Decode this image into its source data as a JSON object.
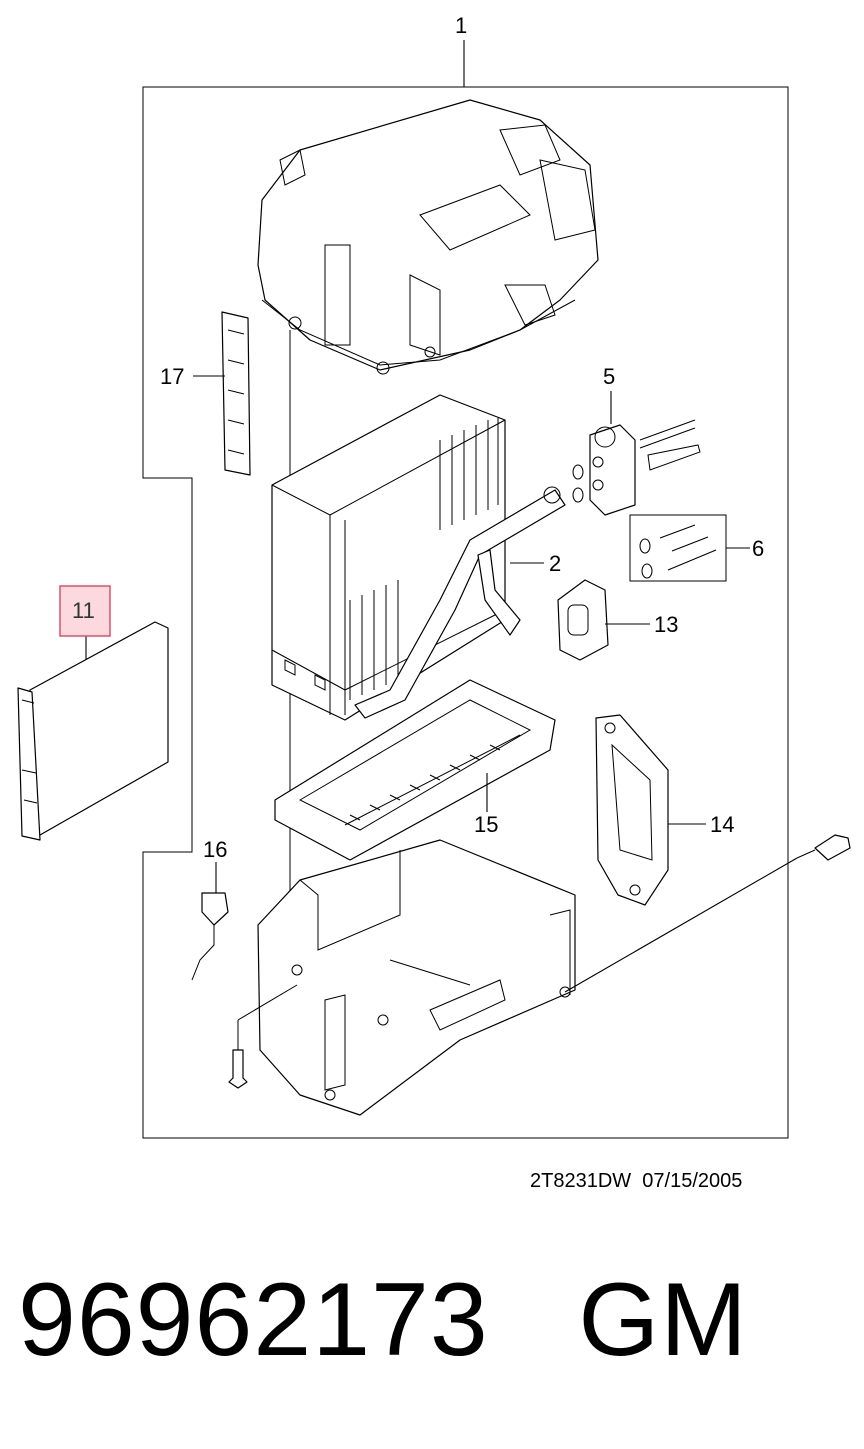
{
  "callouts": {
    "c1": "1",
    "c2": "2",
    "c5": "5",
    "c6": "6",
    "c11": "11",
    "c13": "13",
    "c14": "14",
    "c15": "15",
    "c16": "16",
    "c17": "17"
  },
  "highlight_color": "#e0506a",
  "highlight_fill": "#fbd9de",
  "footer": {
    "drawing_code": "2T8231DW  07/15/2005",
    "part_number": "96962173",
    "brand": "GM"
  }
}
